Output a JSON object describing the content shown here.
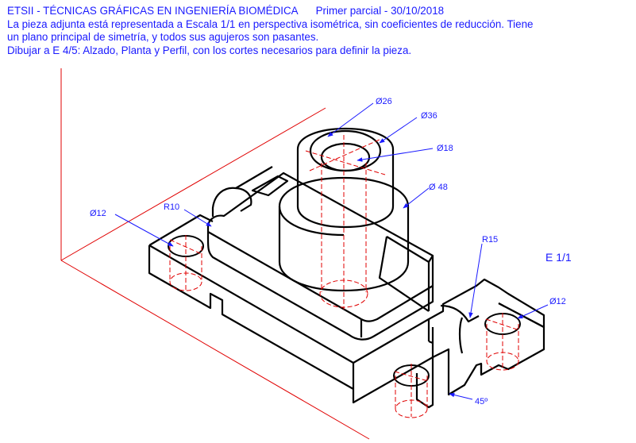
{
  "header": {
    "course_title": "ETSII - TÉCNICAS GRÁFICAS EN INGENIERÍA BIOMÉDICA",
    "exam": "Primer parcial - 30/10/2018",
    "statement_line1": "La pieza adjunta está representada a Escala 1/1 en perspectiva isométrica, sin coeficientes de reducción. Tiene",
    "statement_line2": "un plano principal de simetría, y todos sus agujeros son pasantes.",
    "task": "Dibujar a E 4/5: Alzado, Planta y Perfil, con los cortes necesarios para definir la pieza."
  },
  "dimensions": {
    "d26": "Ø26",
    "d36": "Ø36",
    "d18": "Ø18",
    "d48": "Ø 48",
    "r10": "R10",
    "d12_left": "Ø12",
    "r15": "R15",
    "d12_right": "Ø12",
    "angle": "45º"
  },
  "scale_label": "E 1/1",
  "colors": {
    "text": "#1a1aff",
    "outline": "#000000",
    "hidden_axes": "#e00000"
  }
}
